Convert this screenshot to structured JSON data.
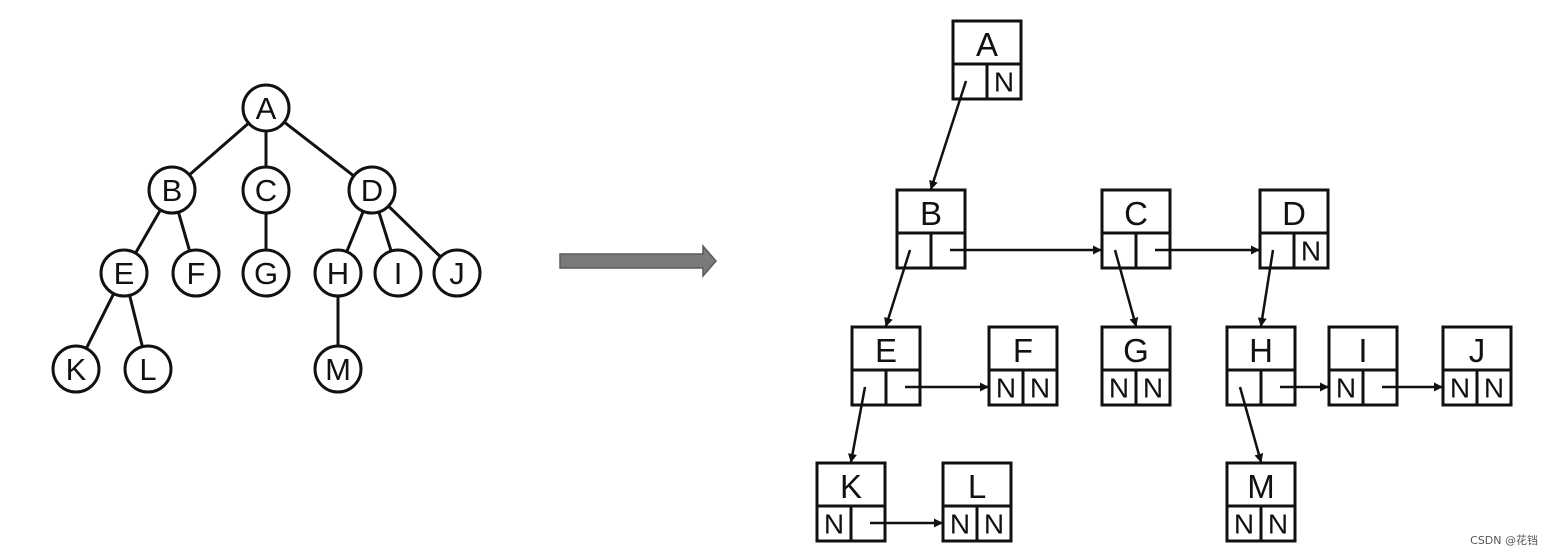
{
  "tree": {
    "nodes": [
      {
        "id": "A",
        "label": "A"
      },
      {
        "id": "B",
        "label": "B"
      },
      {
        "id": "C",
        "label": "C"
      },
      {
        "id": "D",
        "label": "D"
      },
      {
        "id": "E",
        "label": "E"
      },
      {
        "id": "F",
        "label": "F"
      },
      {
        "id": "G",
        "label": "G"
      },
      {
        "id": "H",
        "label": "H"
      },
      {
        "id": "I",
        "label": "I"
      },
      {
        "id": "J",
        "label": "J"
      },
      {
        "id": "K",
        "label": "K"
      },
      {
        "id": "L",
        "label": "L"
      },
      {
        "id": "M",
        "label": "M"
      }
    ],
    "edges": [
      [
        "A",
        "B"
      ],
      [
        "A",
        "C"
      ],
      [
        "A",
        "D"
      ],
      [
        "B",
        "E"
      ],
      [
        "B",
        "F"
      ],
      [
        "C",
        "G"
      ],
      [
        "D",
        "H"
      ],
      [
        "D",
        "I"
      ],
      [
        "D",
        "J"
      ],
      [
        "E",
        "K"
      ],
      [
        "E",
        "L"
      ],
      [
        "H",
        "M"
      ]
    ]
  },
  "binary_tree": {
    "null_marker": "N",
    "nodes": [
      {
        "id": "A",
        "label": "A",
        "first_child": "B",
        "next_sibling": null
      },
      {
        "id": "B",
        "label": "B",
        "first_child": "E",
        "next_sibling": "C"
      },
      {
        "id": "C",
        "label": "C",
        "first_child": "G",
        "next_sibling": "D"
      },
      {
        "id": "D",
        "label": "D",
        "first_child": "H",
        "next_sibling": null
      },
      {
        "id": "E",
        "label": "E",
        "first_child": "K",
        "next_sibling": "F"
      },
      {
        "id": "F",
        "label": "F",
        "first_child": null,
        "next_sibling": null
      },
      {
        "id": "G",
        "label": "G",
        "first_child": null,
        "next_sibling": null
      },
      {
        "id": "H",
        "label": "H",
        "first_child": "M",
        "next_sibling": "I"
      },
      {
        "id": "I",
        "label": "I",
        "first_child": null,
        "next_sibling": "J"
      },
      {
        "id": "J",
        "label": "J",
        "first_child": null,
        "next_sibling": null
      },
      {
        "id": "K",
        "label": "K",
        "first_child": null,
        "next_sibling": "L"
      },
      {
        "id": "L",
        "label": "L",
        "first_child": null,
        "next_sibling": null
      },
      {
        "id": "M",
        "label": "M",
        "first_child": null,
        "next_sibling": null
      }
    ]
  },
  "colors": {
    "stroke": "#111111",
    "arrow_fill": "#7a7a7a",
    "arrow_stroke": "#5a5a5a",
    "background": "#ffffff"
  },
  "watermark": "CSDN @花铛"
}
